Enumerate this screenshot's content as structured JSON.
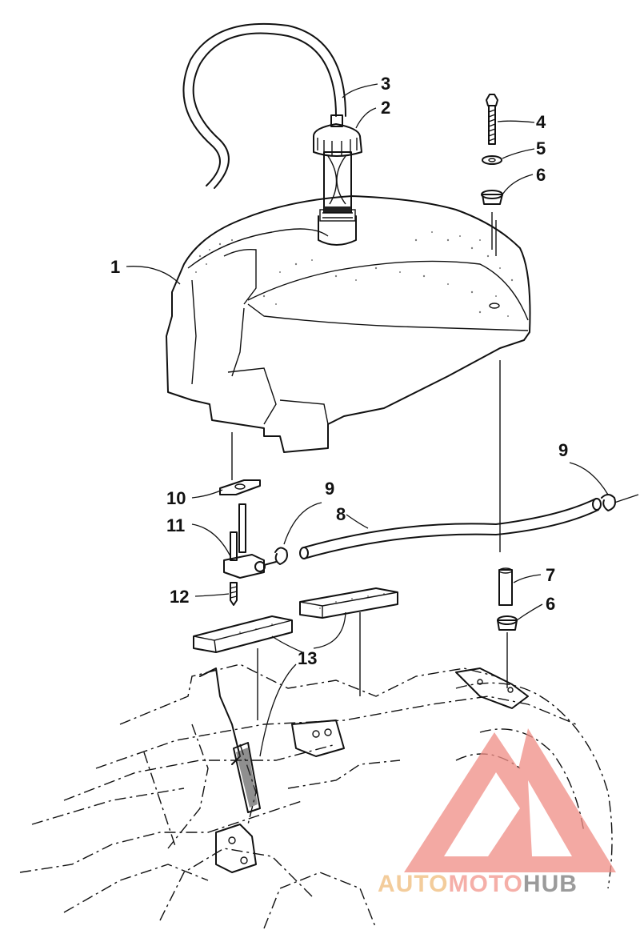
{
  "diagram": {
    "callouts": [
      "1",
      "2",
      "3",
      "4",
      "5",
      "6",
      "6",
      "7",
      "8",
      "9",
      "9",
      "10",
      "11",
      "12",
      "13"
    ],
    "parts": {
      "fuel_tank": "1",
      "fuel_cap": "2",
      "vent_hose": "3",
      "bolt": "4",
      "washer": "5",
      "nut_upper": "6",
      "nut_lower": "6",
      "spacer": "7",
      "fuel_hose": "8",
      "clamp_left": "9",
      "clamp_right": "9",
      "gasket": "10",
      "fuel_valve": "11",
      "screw": "12",
      "pads": "13"
    }
  },
  "watermark": {
    "part1": "AUTO",
    "part2": "MOTO",
    "part3": "HUB",
    "colors": {
      "auto": "#f2c48a",
      "moto": "#f4a29a",
      "hub": "#8a8a8a",
      "triangle": "#f08f87"
    }
  }
}
